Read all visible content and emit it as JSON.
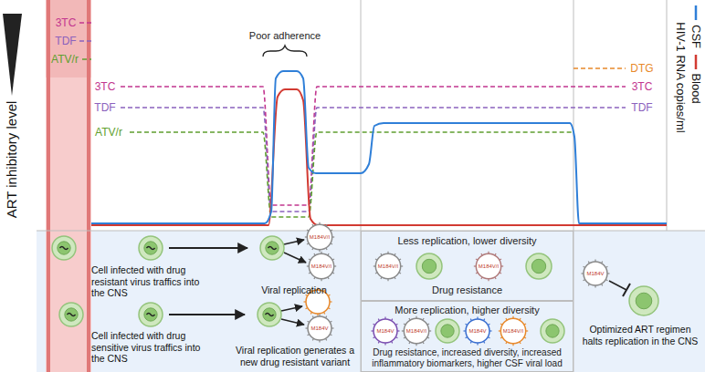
{
  "diagram": {
    "nodes": [
      {
        "text": [
          "M184V/I"
        ]
      },
      {
        "text": [
          "M184V/I"
        ]
      },
      {
        "text": [
          "M184V"
        ]
      },
      {
        "text": [
          "Less replication, lower diversity",
          "Drug resistance"
        ]
      },
      {
        "text": [
          "M184V/I"
        ],
        "in": 3
      },
      {
        "text": [
          "M184V/I"
        ],
        "in": 3
      },
      {
        "text": [
          "More replication, higher diversity",
          "Drug resistance, increased diversity, increased inflammatory biomarkers, higher CSF viral load"
        ]
      },
      {
        "text": [
          "M184V"
        ],
        "in": 6
      },
      {
        "text": [
          "M184V/I"
        ],
        "in": 6
      },
      {
        "text": [
          "M184V"
        ],
        "in": 6
      },
      {
        "text": [
          "M184V/I"
        ],
        "in": 6
      },
      {
        "text": [
          "M184V"
        ]
      }
    ],
    "labels": [
      "ART inhibitory level",
      "3TC",
      "TDF",
      "ATV/r",
      "3TC",
      "TDF",
      "ATV/r",
      "Poor adherence",
      "DTG",
      "3TC",
      "TDF",
      "HIV-1 RNA copies/ml",
      "Cell infected with drug resistant virus traffics into the CNS",
      "Viral replication",
      "Cell infected with drug sensitive virus traffics into the CNS",
      "Viral replication generates a new drug resistant variant",
      "Optimized ART regimen halts replication in the CNS"
    ],
    "legend": [
      {
        "text": "CSF",
        "color": "#2f7fd8"
      },
      {
        "text": "Blood",
        "color": "#d23a32"
      }
    ]
  }
}
